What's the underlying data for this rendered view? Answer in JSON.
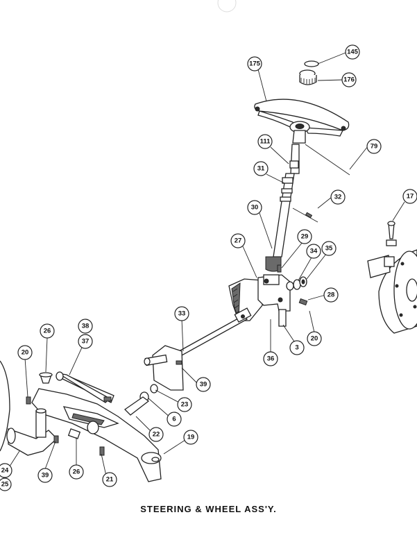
{
  "diagram": {
    "caption": "STEERING & WHEEL ASS'Y.",
    "callouts": [
      {
        "id": "c145",
        "label": "145"
      },
      {
        "id": "c175",
        "label": "175"
      },
      {
        "id": "c176",
        "label": "176"
      },
      {
        "id": "c111",
        "label": "111"
      },
      {
        "id": "c79",
        "label": "79"
      },
      {
        "id": "c31",
        "label": "31"
      },
      {
        "id": "c32",
        "label": "32"
      },
      {
        "id": "c17",
        "label": "17"
      },
      {
        "id": "c30",
        "label": "30"
      },
      {
        "id": "c27",
        "label": "27"
      },
      {
        "id": "c29",
        "label": "29"
      },
      {
        "id": "c34",
        "label": "34"
      },
      {
        "id": "c35",
        "label": "35"
      },
      {
        "id": "c28",
        "label": "28"
      },
      {
        "id": "c33",
        "label": "33"
      },
      {
        "id": "c3",
        "label": "3"
      },
      {
        "id": "c20a",
        "label": "20"
      },
      {
        "id": "c36",
        "label": "36"
      },
      {
        "id": "c26a",
        "label": "26"
      },
      {
        "id": "c38",
        "label": "38"
      },
      {
        "id": "c37",
        "label": "37"
      },
      {
        "id": "c20b",
        "label": "20"
      },
      {
        "id": "c39a",
        "label": "39"
      },
      {
        "id": "c23",
        "label": "23"
      },
      {
        "id": "c6",
        "label": "6"
      },
      {
        "id": "c22",
        "label": "22"
      },
      {
        "id": "c19",
        "label": "19"
      },
      {
        "id": "c24",
        "label": "24"
      },
      {
        "id": "c25",
        "label": "25"
      },
      {
        "id": "c39b",
        "label": "39"
      },
      {
        "id": "c26b",
        "label": "26"
      },
      {
        "id": "c21",
        "label": "21"
      }
    ]
  }
}
